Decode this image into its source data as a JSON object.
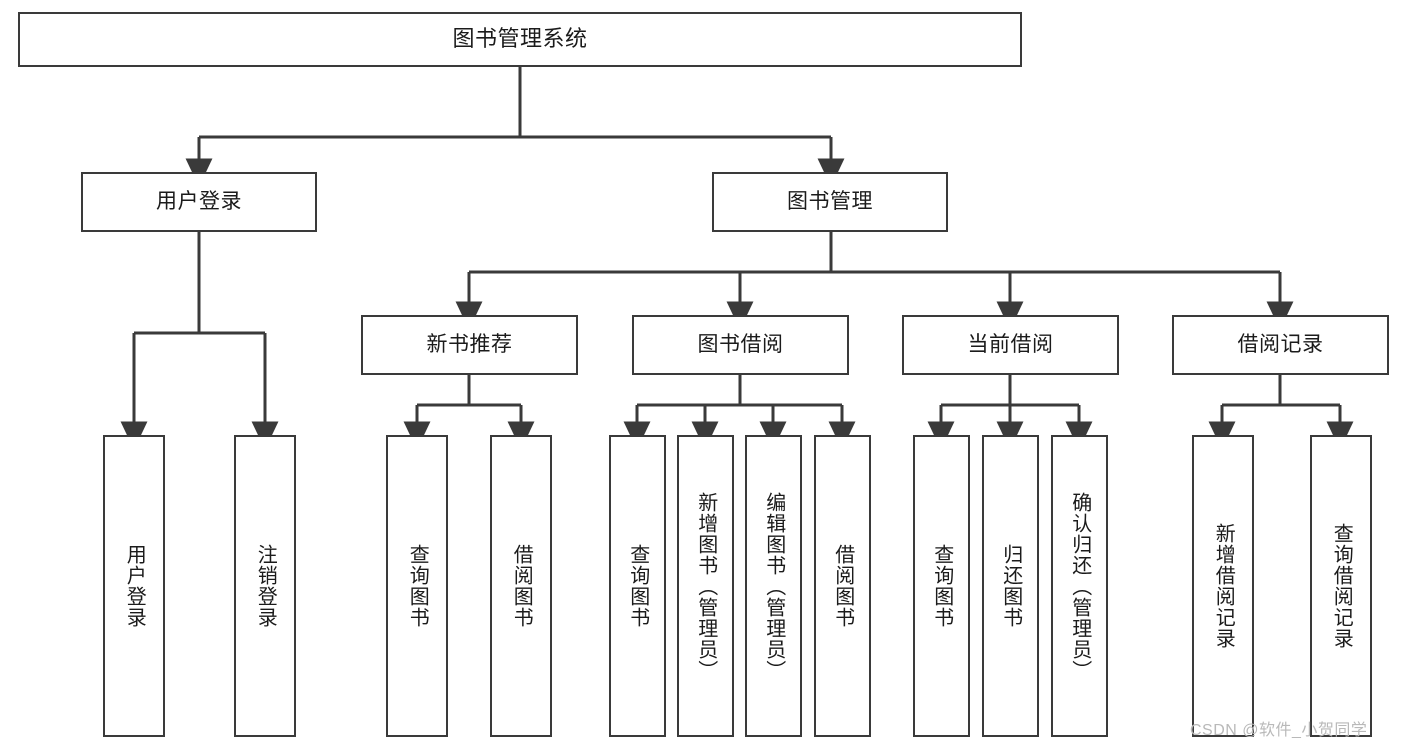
{
  "diagram": {
    "title": "图书管理系统",
    "watermark": "CSDN @软件_小贺同学",
    "stroke_color": "#3a3a3a",
    "text_color": "#1b1b1b",
    "background_color": "#ffffff",
    "levels": {
      "root": {
        "label": "图书管理系统"
      },
      "level2": [
        {
          "label": "用户登录"
        },
        {
          "label": "图书管理"
        }
      ],
      "level3": [
        {
          "label": "新书推荐"
        },
        {
          "label": "图书借阅"
        },
        {
          "label": "当前借阅"
        },
        {
          "label": "借阅记录"
        }
      ],
      "leaves": {
        "user_login": [
          {
            "label": "用户登录"
          },
          {
            "label": "注销登录"
          }
        ],
        "new_book_recommend": [
          {
            "label": "查询图书"
          },
          {
            "label": "借阅图书"
          }
        ],
        "book_borrow": [
          {
            "label": "查询图书"
          },
          {
            "label": "新增图书（管理员）"
          },
          {
            "label": "编辑图书（管理员）"
          },
          {
            "label": "借阅图书"
          }
        ],
        "current_borrow": [
          {
            "label": "查询图书"
          },
          {
            "label": "归还图书"
          },
          {
            "label": "确认归还（管理员）"
          }
        ],
        "borrow_record": [
          {
            "label": "新增借阅记录"
          },
          {
            "label": "查询借阅记录"
          }
        ]
      }
    }
  }
}
